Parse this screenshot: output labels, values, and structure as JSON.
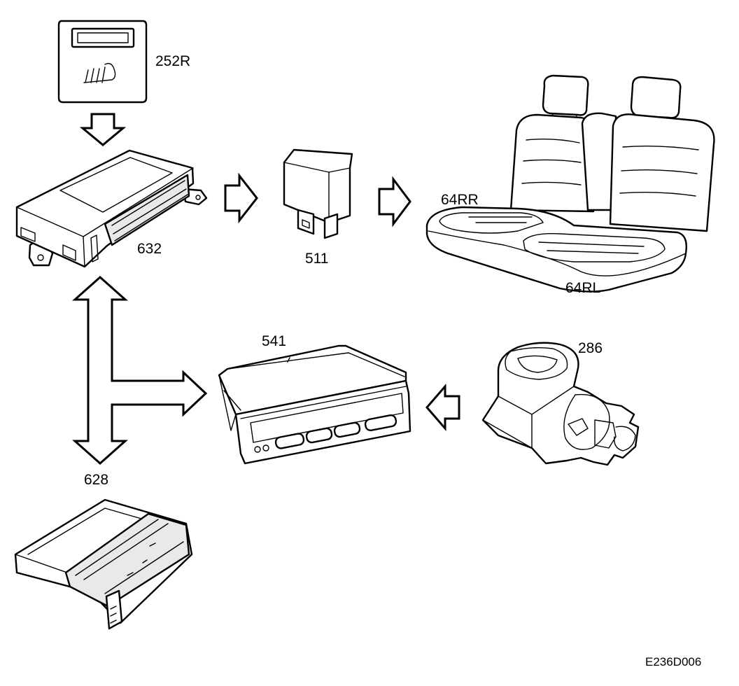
{
  "components": {
    "heated_seat_switch": {
      "label": "252R"
    },
    "control_module": {
      "label": "632"
    },
    "relay": {
      "label": "511"
    },
    "rear_seat_right_element": {
      "label": "64RR"
    },
    "rear_seat_left_element": {
      "label": "64RL"
    },
    "display_panel": {
      "label": "541"
    },
    "ignition_switch": {
      "label": "286"
    },
    "control_unit": {
      "label": "628"
    }
  },
  "figure_code": "E236D006"
}
